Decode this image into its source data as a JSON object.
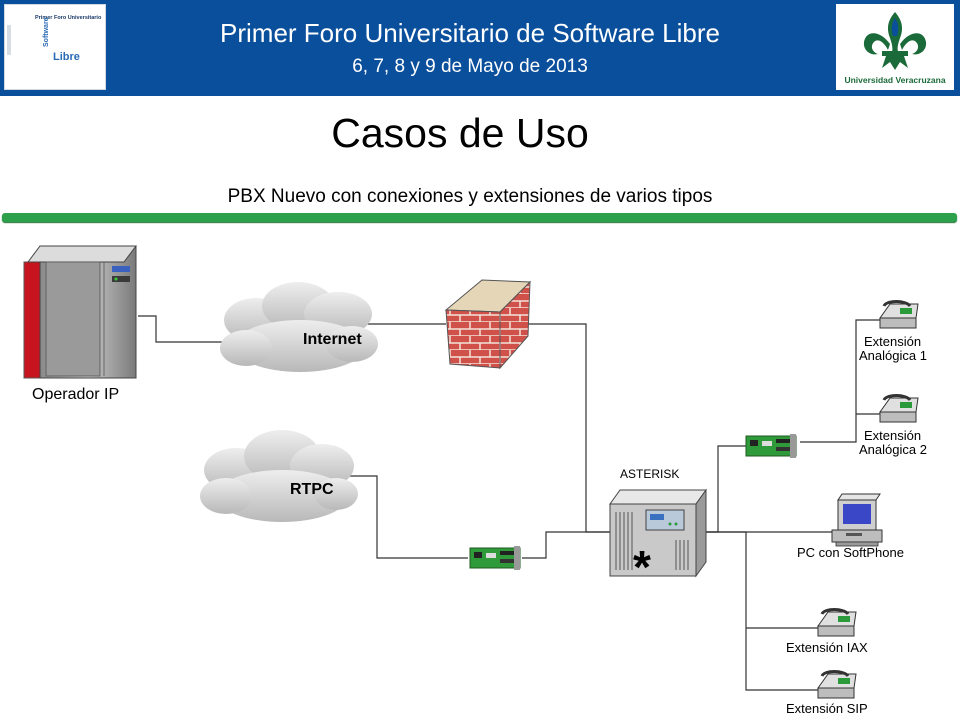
{
  "header": {
    "title": "Primer Foro  Universitario de Software Libre",
    "dates": "6, 7, 8 y 9 de Mayo de 2013",
    "left_logo": {
      "title": "Primer Foro Universitario",
      "big_word": "Libre",
      "vertical_word": "Software"
    },
    "right_logo": {
      "text": "Universidad Veracruzana"
    }
  },
  "slide": {
    "title": "Casos de Uso",
    "subtitle": "PBX Nuevo con conexiones y extensiones de varios tipos"
  },
  "diagram": {
    "operador": "Operador IP",
    "internet": "Internet",
    "rtpc": "RTPC",
    "asterisk": "ASTERISK",
    "asterisk_mark": "*",
    "ext_analog_1_line1": "Extensión",
    "ext_analog_1_line2": "Analógica 1",
    "ext_analog_2_line1": "Extensión",
    "ext_analog_2_line2": "Analógica 2",
    "pc_softphone": "PC con SoftPhone",
    "ext_iax": "Extensión IAX",
    "ext_sip": "Extensión SIP"
  },
  "colors": {
    "header_bg": "#0a4f9c",
    "green_bar": "#2ca04a",
    "brick": "#d0504a",
    "server_red": "#c8141e"
  }
}
